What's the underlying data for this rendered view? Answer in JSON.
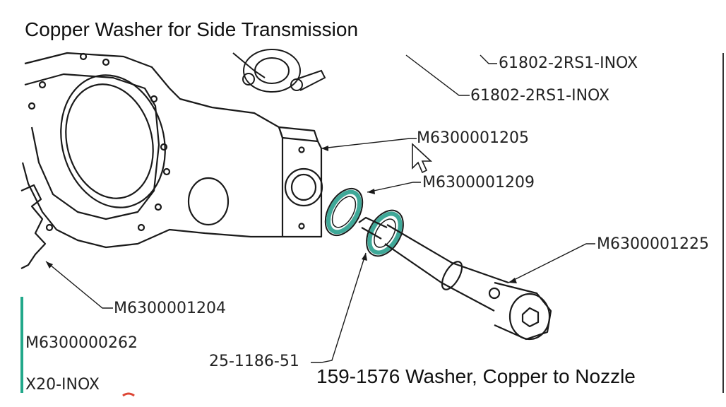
{
  "title": "Copper Washer for Side Transmission",
  "caption": "159-1576 Washer, Copper to Nozzle",
  "part_labels": {
    "bearing_top": "61802-2RS1-INOX",
    "bearing_second": "61802-2RS1-INOX",
    "housing": "M6300001205",
    "washer_small": "M6300001209",
    "nozzle": "M6300001225",
    "arm": "M6300001204",
    "part_left": "M6300000262",
    "part_left_truncated": "X20-INOX",
    "copper_washer": "25-1186-51"
  },
  "colors": {
    "washer_highlight": "#3fa898",
    "line": "#1a1a1a",
    "left_marker": "#22a88a"
  }
}
